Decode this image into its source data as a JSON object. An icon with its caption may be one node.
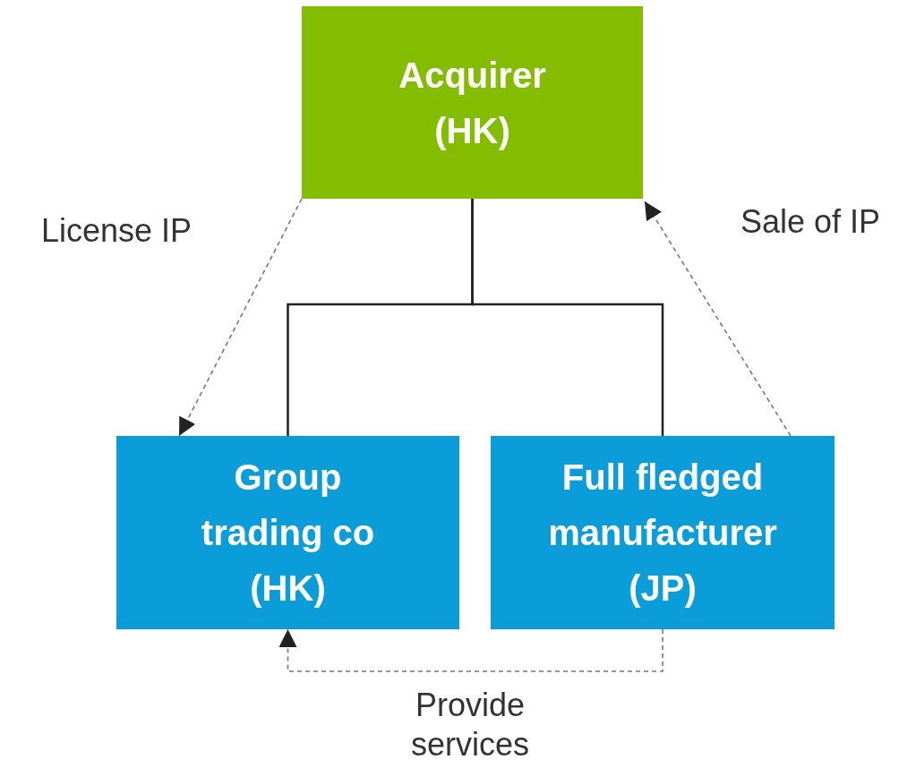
{
  "diagram": {
    "nodes": [
      {
        "text": [
          "Acquirer (HK)"
        ]
      },
      {
        "text": [
          "Group trading co (HK)"
        ]
      },
      {
        "text": [
          "Full fledged manufacturer (JP)"
        ]
      }
    ],
    "edges": [
      {
        "from": 0,
        "to": 1,
        "arrow": "none"
      },
      {
        "from": 0,
        "to": 2,
        "arrow": "none"
      },
      {
        "from": 0,
        "to": 1,
        "arrow": "to",
        "label": "License IP",
        "style": "dashed"
      },
      {
        "from": 2,
        "to": 0,
        "arrow": "to",
        "label": "Sale of IP",
        "style": "dashed"
      },
      {
        "from": 2,
        "to": 1,
        "arrow": "to",
        "label": "Provide services",
        "style": "dashed"
      }
    ]
  }
}
